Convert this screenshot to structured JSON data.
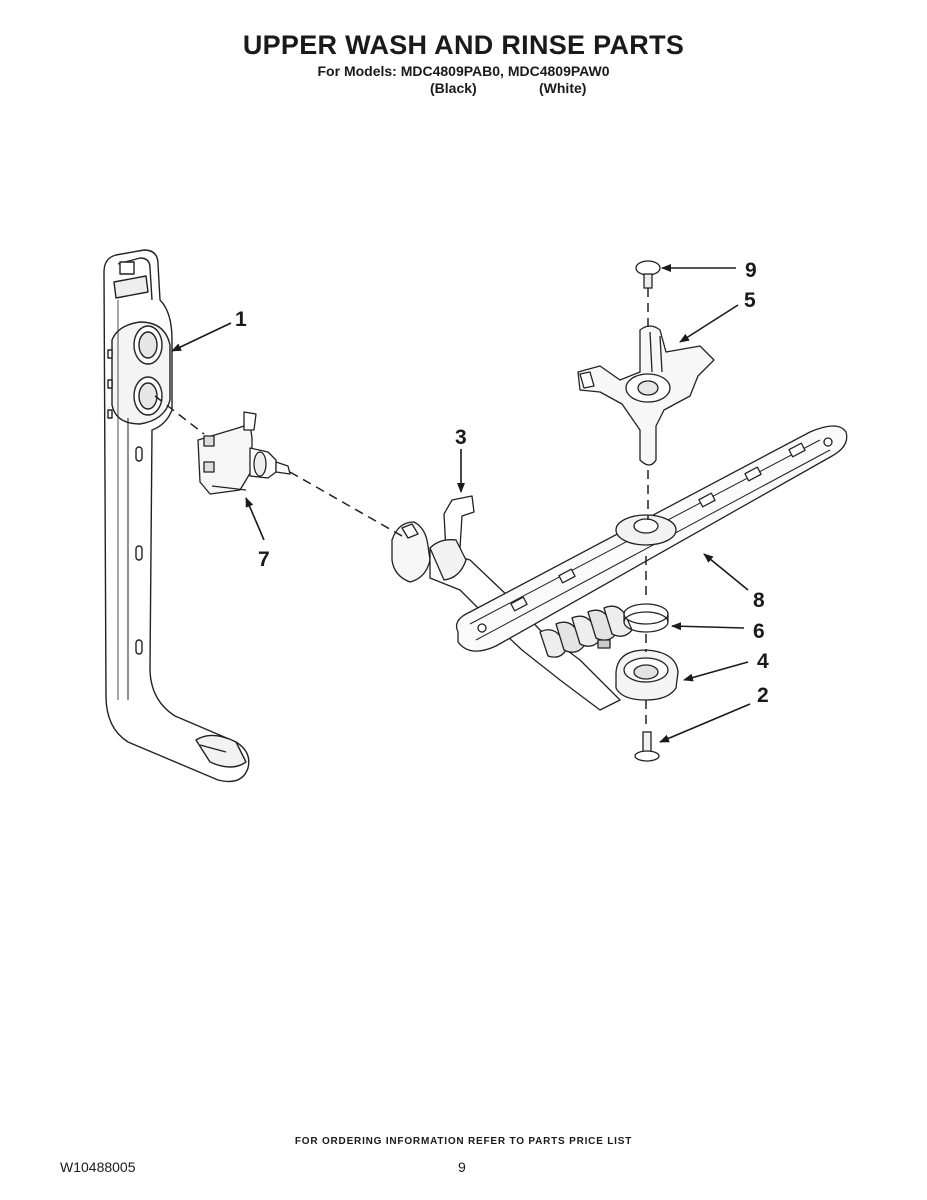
{
  "header": {
    "title": "UPPER WASH AND RINSE PARTS",
    "models_line": "For Models: MDC4809PAB0, MDC4809PAW0",
    "variant_black": "(Black)",
    "variant_white": "(White)"
  },
  "callouts": {
    "c1": "1",
    "c2": "2",
    "c3": "3",
    "c4": "4",
    "c5": "5",
    "c6": "6",
    "c7": "7",
    "c8": "8",
    "c9": "9"
  },
  "footer": {
    "ordering_note": "FOR ORDERING INFORMATION REFER TO PARTS PRICE LIST",
    "document_number": "W10488005",
    "page_number": "9"
  }
}
